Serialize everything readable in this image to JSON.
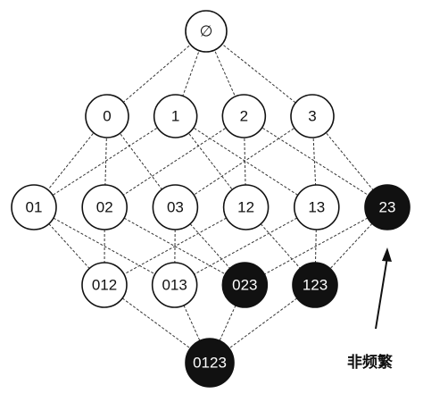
{
  "diagram": {
    "nodes": [
      {
        "id": "empty",
        "label": "∅",
        "level": 0,
        "infrequent": false
      },
      {
        "id": "0",
        "label": "0",
        "level": 1,
        "infrequent": false
      },
      {
        "id": "1",
        "label": "1",
        "level": 1,
        "infrequent": false
      },
      {
        "id": "2",
        "label": "2",
        "level": 1,
        "infrequent": false
      },
      {
        "id": "3",
        "label": "3",
        "level": 1,
        "infrequent": false
      },
      {
        "id": "01",
        "label": "01",
        "level": 2,
        "infrequent": false
      },
      {
        "id": "02",
        "label": "02",
        "level": 2,
        "infrequent": false
      },
      {
        "id": "03",
        "label": "03",
        "level": 2,
        "infrequent": false
      },
      {
        "id": "12",
        "label": "12",
        "level": 2,
        "infrequent": false
      },
      {
        "id": "13",
        "label": "13",
        "level": 2,
        "infrequent": false
      },
      {
        "id": "23",
        "label": "23",
        "level": 2,
        "infrequent": true
      },
      {
        "id": "012",
        "label": "012",
        "level": 3,
        "infrequent": false
      },
      {
        "id": "013",
        "label": "013",
        "level": 3,
        "infrequent": false
      },
      {
        "id": "023",
        "label": "023",
        "level": 3,
        "infrequent": true
      },
      {
        "id": "123",
        "label": "123",
        "level": 3,
        "infrequent": true
      },
      {
        "id": "0123",
        "label": "0123",
        "level": 4,
        "infrequent": true
      }
    ],
    "edges": [
      [
        "empty",
        "0"
      ],
      [
        "empty",
        "1"
      ],
      [
        "empty",
        "2"
      ],
      [
        "empty",
        "3"
      ],
      [
        "0",
        "01"
      ],
      [
        "0",
        "02"
      ],
      [
        "0",
        "03"
      ],
      [
        "1",
        "01"
      ],
      [
        "1",
        "12"
      ],
      [
        "1",
        "13"
      ],
      [
        "2",
        "02"
      ],
      [
        "2",
        "12"
      ],
      [
        "2",
        "23"
      ],
      [
        "3",
        "03"
      ],
      [
        "3",
        "13"
      ],
      [
        "3",
        "23"
      ],
      [
        "01",
        "012"
      ],
      [
        "01",
        "013"
      ],
      [
        "02",
        "012"
      ],
      [
        "02",
        "023"
      ],
      [
        "03",
        "013"
      ],
      [
        "03",
        "023"
      ],
      [
        "12",
        "012"
      ],
      [
        "12",
        "123"
      ],
      [
        "13",
        "013"
      ],
      [
        "13",
        "123"
      ],
      [
        "23",
        "023"
      ],
      [
        "23",
        "123"
      ],
      [
        "012",
        "0123"
      ],
      [
        "013",
        "0123"
      ],
      [
        "023",
        "0123"
      ],
      [
        "123",
        "0123"
      ]
    ],
    "annotation": {
      "text": "非频繁",
      "points_to": "23"
    },
    "colors": {
      "frequent_fill": "#ffffff",
      "infrequent_fill": "#111111",
      "frequent_text": "#111111",
      "infrequent_text": "#ffffff"
    }
  }
}
